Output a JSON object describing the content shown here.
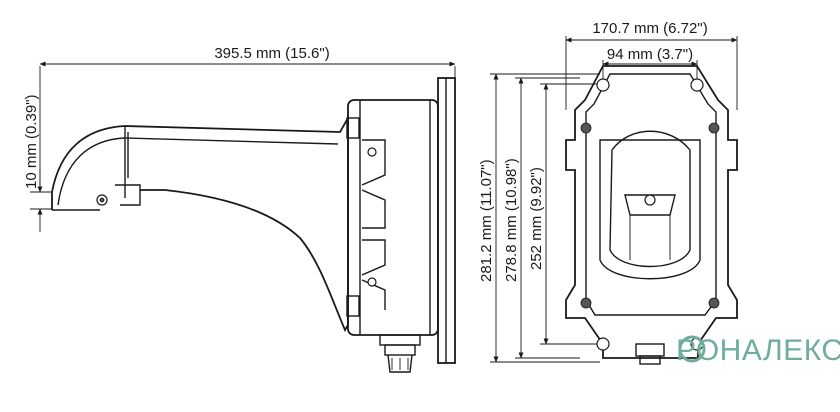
{
  "side_view": {
    "dim_length": "395.5 mm (15.6\")",
    "dim_lip": "10 mm (0.39\")"
  },
  "front_view": {
    "dim_width": "170.7 mm (6.72\")",
    "dim_hole_spacing": "94 mm (3.7\")",
    "dim_height_total": "281.2 mm (11.07\")",
    "dim_height_plate": "278.8 mm (10.98\")",
    "dim_height_holes": "252 mm (9.92\")"
  },
  "watermark": {
    "text": "РОНАЛЕКС",
    "color": "#6fae9c"
  }
}
